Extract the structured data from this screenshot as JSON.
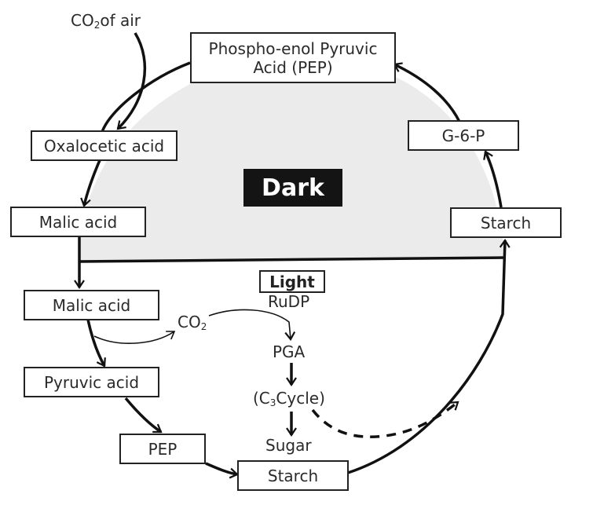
{
  "diagram": {
    "title": "C4 / CAM pathway: dark and light phases",
    "colors": {
      "dark_region": "#ebebeb",
      "line": "#111111",
      "dark_label_bg": "#141414"
    },
    "regions": {
      "dark": "Dark",
      "light": "Light"
    },
    "top_label": {
      "text_before": "CO",
      "sub": "2",
      "text_after": "of air"
    },
    "dark_nodes": {
      "pep_full": {
        "line1": "Phospho-enol Pyruvic",
        "line2": "Acid (PEP)"
      },
      "oxalocetic": "Oxalocetic acid",
      "malic_dark": "Malic acid",
      "g6p": "G-6-P",
      "starch_dark": "Starch"
    },
    "light_nodes": {
      "malic_light": "Malic acid",
      "pyruvic": "Pyruvic acid",
      "pep": "PEP",
      "starch_light": "Starch"
    },
    "co2_label": {
      "text": "CO",
      "sub": "2"
    },
    "calvin": {
      "rudp": "RuDP",
      "pga": "PGA",
      "cycle": {
        "before": "(C",
        "sub": "3",
        "after": "Cycle)"
      },
      "sugar": "Sugar"
    }
  }
}
